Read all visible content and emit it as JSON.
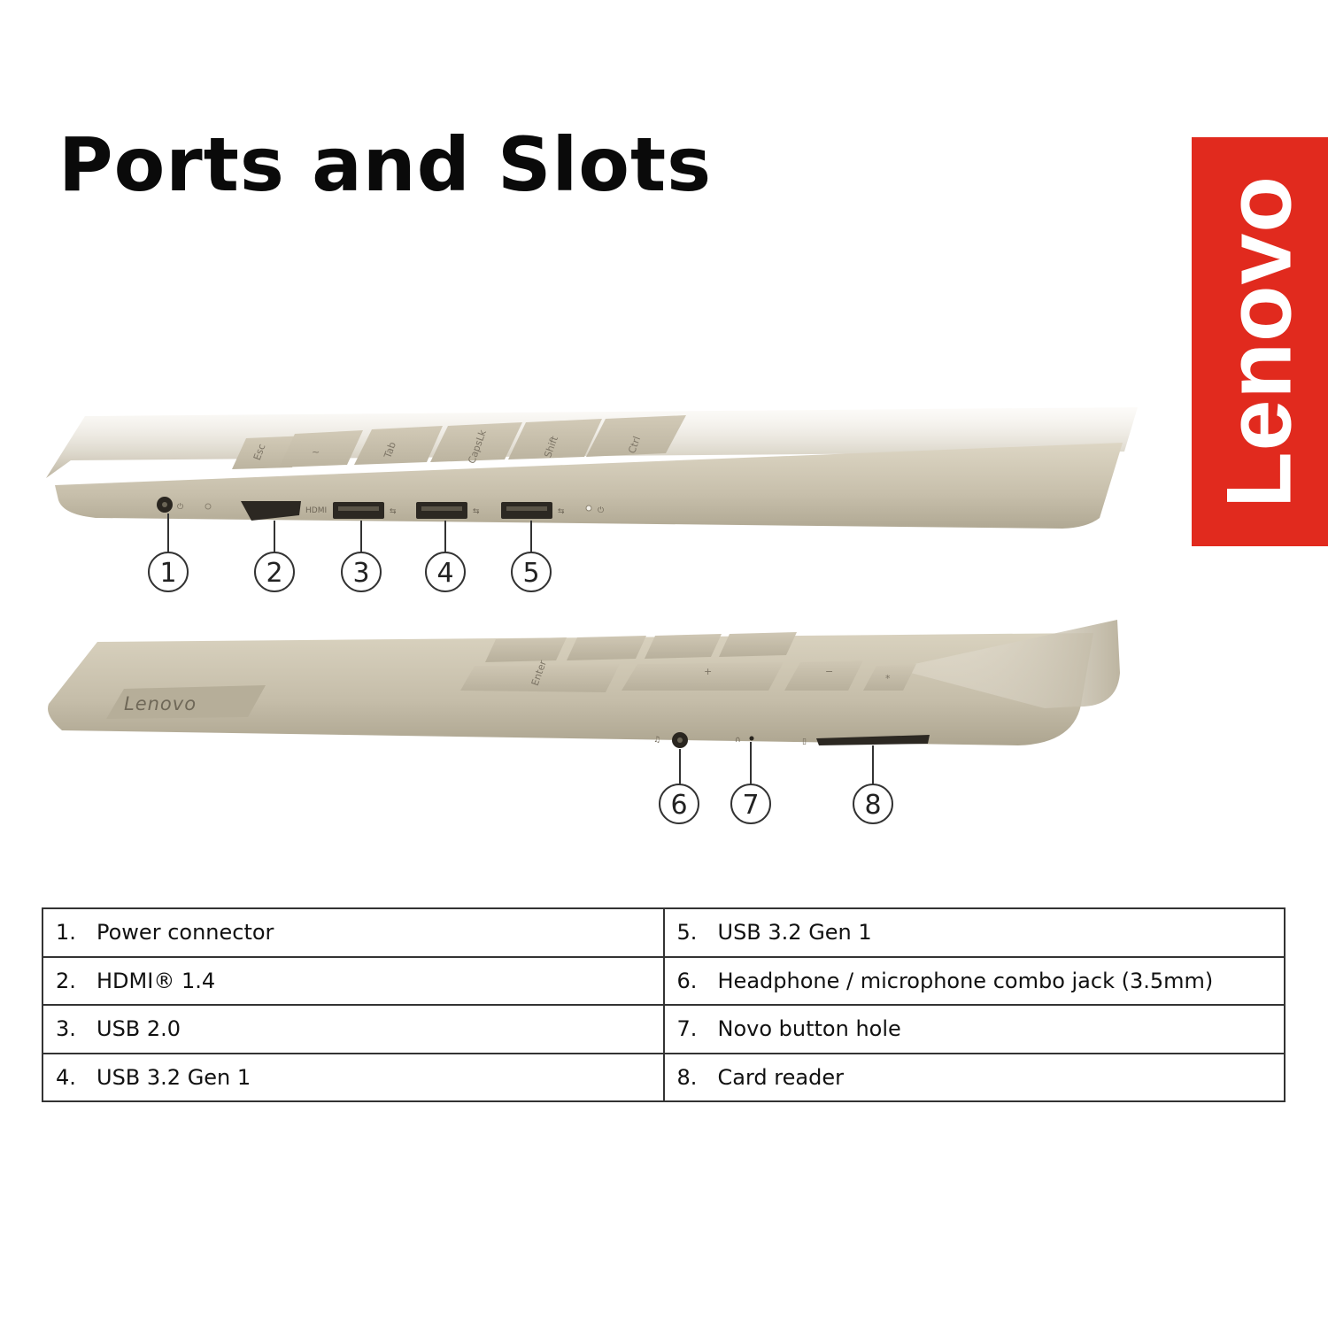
{
  "title": "Ports and Slots",
  "brand": {
    "logo_text": "Lenovo",
    "color": "#e12a1e"
  },
  "lid_logo_text": "Lenovo",
  "keys_left": [
    "Esc",
    "~",
    "Tab",
    "CapsLk",
    "Shift",
    "Ctrl"
  ],
  "keys_right": [
    "Enter",
    "+",
    "−",
    "*"
  ],
  "port_markings": {
    "hdmi": "HDMI"
  },
  "callouts": [
    "1",
    "2",
    "3",
    "4",
    "5",
    "6",
    "7",
    "8"
  ],
  "ports": [
    {
      "number": "1.",
      "label": "Power connector"
    },
    {
      "number": "2.",
      "label": "HDMI® 1.4"
    },
    {
      "number": "3.",
      "label": "USB 2.0"
    },
    {
      "number": "4.",
      "label": "USB 3.2 Gen 1"
    },
    {
      "number": "5.",
      "label": "USB 3.2 Gen 1"
    },
    {
      "number": "6.",
      "label": "Headphone / microphone combo jack (3.5mm)"
    },
    {
      "number": "7.",
      "label": "Novo button hole"
    },
    {
      "number": "8.",
      "label": "Card reader"
    }
  ]
}
